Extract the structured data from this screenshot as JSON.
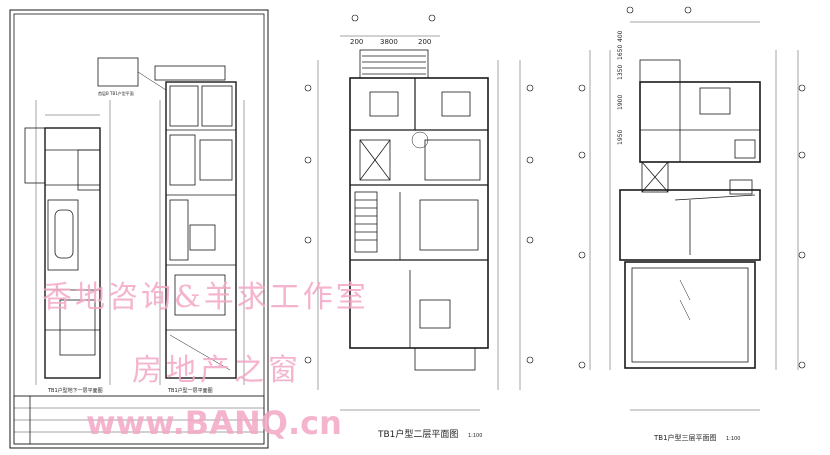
{
  "sheet1": {
    "caption_left": "TB1户型地下一层平面图",
    "caption_right": "TB1户型一层平面图",
    "small_label": "首层B TB1户型平面"
  },
  "sheet2": {
    "caption": "TB1户型二层平面图",
    "scale": "1:100",
    "dims_top": [
      "200",
      "3800",
      "200"
    ]
  },
  "sheet3": {
    "caption": "TB1户型三层平面图",
    "scale": "1:100",
    "dims_side": [
      "1950",
      "1900",
      "1350",
      "1650",
      "400"
    ]
  },
  "watermarks": {
    "line1": "香地咨询&羊求工作室",
    "line2": "房地产之窗",
    "line3": "www.BANQ.cn"
  },
  "colors": {
    "line": "#1a1a1a",
    "watermark": "#f4a7c6",
    "grid": "#000000"
  }
}
